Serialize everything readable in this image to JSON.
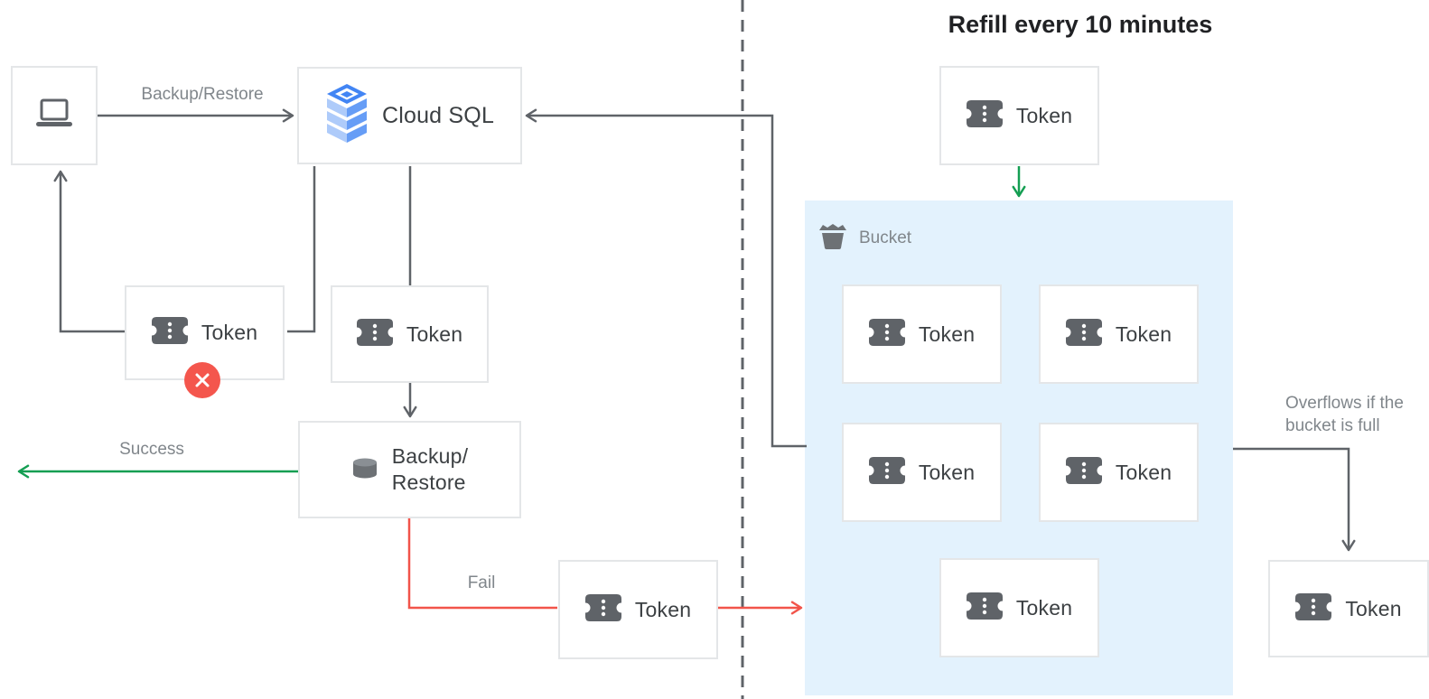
{
  "title": "Refill every 10 minutes",
  "nodes": {
    "client": {
      "icon": "laptop-icon"
    },
    "cloud_sql": {
      "label": "Cloud SQL",
      "icon": "cloud-sql-icon"
    },
    "token": {
      "label": "Token",
      "icon": "token-ticket-icon"
    },
    "backup_restore": {
      "label_line1": "Backup/",
      "label_line2": "Restore",
      "icon": "database-icon"
    },
    "bucket": {
      "label": "Bucket",
      "icon": "bucket-icon"
    },
    "error_badge": {
      "icon": "x-circle-icon"
    }
  },
  "edges": {
    "backup_restore_label": "Backup/Restore",
    "success_label": "Success",
    "fail_label": "Fail",
    "overflow_label_line1": "Overflows if the",
    "overflow_label_line2": "bucket is full"
  },
  "colors": {
    "connector_gray": "#5f6368",
    "success_green": "#149e52",
    "fail_red": "#f2544a",
    "bucket_fill": "#e3f2fd",
    "cloud_sql_blue": "#4285f4",
    "label_gray": "#80868b",
    "icon_gray": "#5f6368"
  }
}
